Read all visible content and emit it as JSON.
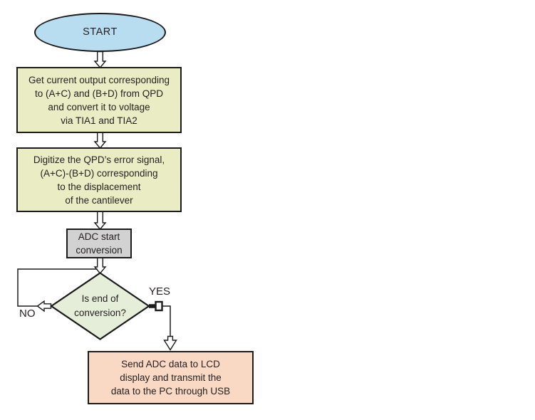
{
  "flowchart": {
    "start": {
      "label": "START",
      "fill": "#b9ddf0"
    },
    "process1": {
      "lines": [
        "Get current output corresponding",
        "to (A+C) and (B+D) from QPD",
        "and convert it to voltage",
        "via TIA1 and TIA2"
      ],
      "fill": "#eaecc4"
    },
    "process2": {
      "lines": [
        "Digitize the QPD’s error signal,",
        "(A+C)-(B+D) corresponding",
        "to the displacement",
        "of the cantilever"
      ],
      "fill": "#eaecc4"
    },
    "process3": {
      "lines": [
        "ADC start",
        "conversion"
      ],
      "fill": "#d2d2d2"
    },
    "decision": {
      "lines": [
        "Is end of",
        "conversion?"
      ],
      "fill": "#e4eed8"
    },
    "process4": {
      "lines": [
        "Send ADC data to LCD",
        "display and transmit the",
        "data to the PC through USB"
      ],
      "fill": "#f9d9c3"
    },
    "branch_yes": "YES",
    "branch_no": "NO",
    "colors": {
      "outline": "#1b1b1b",
      "text": "#231f20"
    }
  }
}
